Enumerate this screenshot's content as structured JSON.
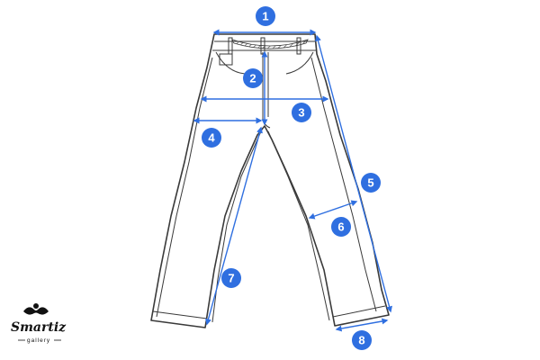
{
  "diagram": {
    "colors": {
      "measure": "#2f6fe0",
      "outline": "#3a3a3a",
      "background": "#ffffff"
    },
    "badges": [
      "1",
      "2",
      "3",
      "4",
      "5",
      "6",
      "7",
      "8"
    ]
  },
  "logo": {
    "name": "Smartiz",
    "sub": "gallery"
  }
}
